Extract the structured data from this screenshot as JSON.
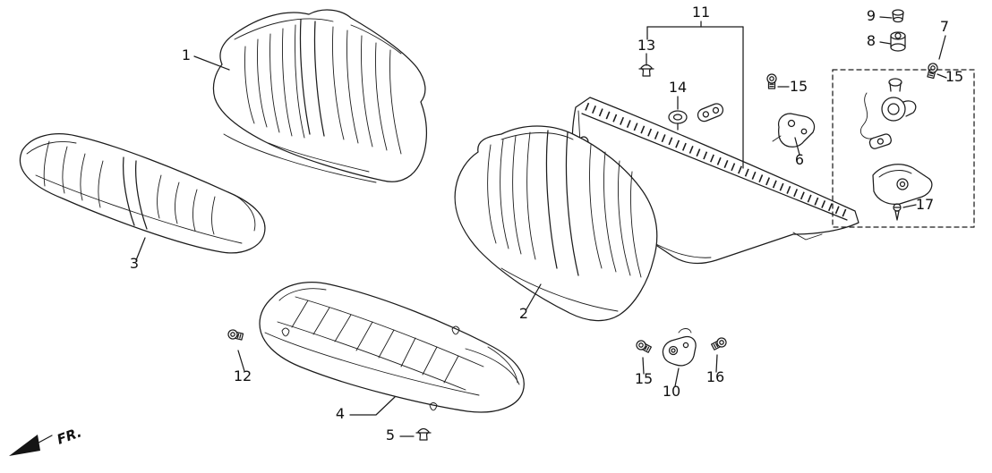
{
  "diagram": {
    "background_color": "#ffffff",
    "line_color": "#1c1c1c",
    "fr_label": "FR.",
    "callouts": [
      {
        "label": "1"
      },
      {
        "label": "2"
      },
      {
        "label": "3"
      },
      {
        "label": "4"
      },
      {
        "label": "5"
      },
      {
        "label": "6"
      },
      {
        "label": "7"
      },
      {
        "label": "8"
      },
      {
        "label": "9"
      },
      {
        "label": "10"
      },
      {
        "label": "11"
      },
      {
        "label": "12"
      },
      {
        "label": "13"
      },
      {
        "label": "14"
      },
      {
        "label": "15"
      },
      {
        "label": "15"
      },
      {
        "label": "15"
      },
      {
        "label": "16"
      },
      {
        "label": "17"
      }
    ]
  }
}
